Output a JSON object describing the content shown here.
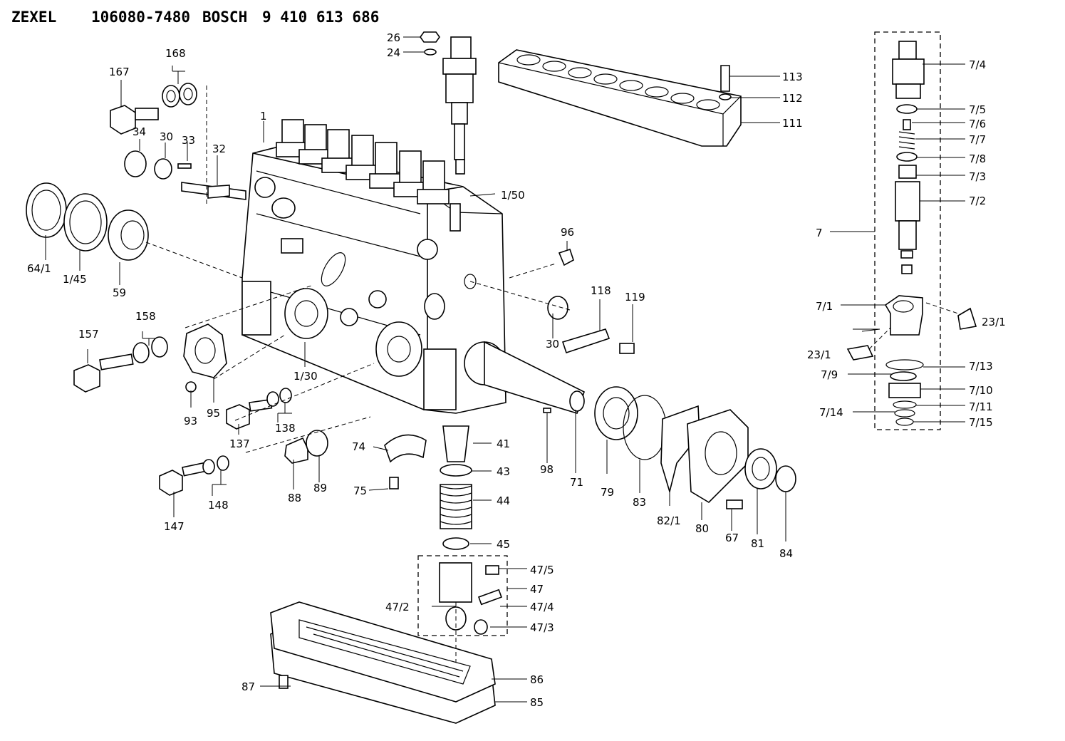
{
  "header": {
    "brand_a": "ZEXEL",
    "part_a": "106080-7480",
    "brand_b": "BOSCH",
    "part_b": "9 410 613 686"
  },
  "labels": {
    "l1": "1",
    "l1_30": "1/30",
    "l1_45": "1/45",
    "l1_50": "1/50",
    "l7": "7",
    "l7_1": "7/1",
    "l7_2": "7/2",
    "l7_3": "7/3",
    "l7_4": "7/4",
    "l7_5": "7/5",
    "l7_6": "7/6",
    "l7_7": "7/7",
    "l7_8": "7/8",
    "l7_9": "7/9",
    "l7_10": "7/10",
    "l7_11": "7/11",
    "l7_13": "7/13",
    "l7_14": "7/14",
    "l7_15": "7/15",
    "l23_1a": "23/1",
    "l23_1b": "23/1",
    "l24": "24",
    "l26": "26",
    "l30a": "30",
    "l30b": "30",
    "l32": "32",
    "l33": "33",
    "l34": "34",
    "l41": "41",
    "l43": "43",
    "l44": "44",
    "l45": "45",
    "l47": "47",
    "l47_2": "47/2",
    "l47_3": "47/3",
    "l47_4": "47/4",
    "l47_5": "47/5",
    "l59": "59",
    "l64_1": "64/1",
    "l67": "67",
    "l71": "71",
    "l74": "74",
    "l75": "75",
    "l79": "79",
    "l80": "80",
    "l81": "81",
    "l82_1": "82/1",
    "l83": "83",
    "l84": "84",
    "l85": "85",
    "l86": "86",
    "l87": "87",
    "l88": "88",
    "l89": "89",
    "l93": "93",
    "l95": "95",
    "l96": "96",
    "l98": "98",
    "l111": "111",
    "l112": "112",
    "l113": "113",
    "l118": "118",
    "l119": "119",
    "l137": "137",
    "l138": "138",
    "l147": "147",
    "l148": "148",
    "l157": "157",
    "l158": "158",
    "l167": "167",
    "l168": "168"
  }
}
